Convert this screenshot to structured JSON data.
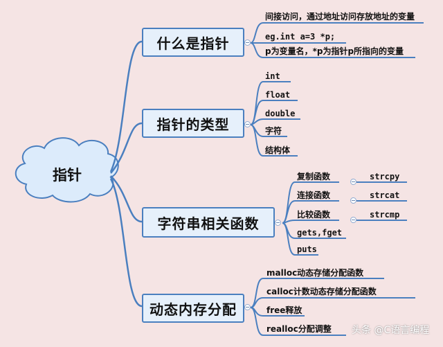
{
  "root": {
    "label": "指针"
  },
  "branches": [
    {
      "label": "什么是指针",
      "leaves": [
        "间接访问，通过地址访问存放地址的变量",
        "eg.int  a=3 *p;",
        "p为变量名，*p为指针p所指向的变量"
      ]
    },
    {
      "label": "指针的类型",
      "leaves": [
        "int",
        "float",
        "double",
        "字符",
        "结构体"
      ]
    },
    {
      "label": "字符串相关函数",
      "leaves": [
        "复制函数",
        "连接函数",
        "比较函数",
        "gets,fget",
        "puts"
      ],
      "sub_leaves": [
        "strcpy",
        "strcat",
        "strcmp"
      ]
    },
    {
      "label": "动态内存分配",
      "leaves": [
        "malloc动态存储分配函数",
        "calloc计数动态存储分配函数",
        "free释放",
        "realloc分配调整"
      ]
    }
  ],
  "watermark": "头条 @C语言编程",
  "colors": {
    "background": "#f5e4e4",
    "line": "#4a7fbf",
    "node_fill": "#e6f0fb",
    "cloud_fill": "#dcebfb"
  }
}
